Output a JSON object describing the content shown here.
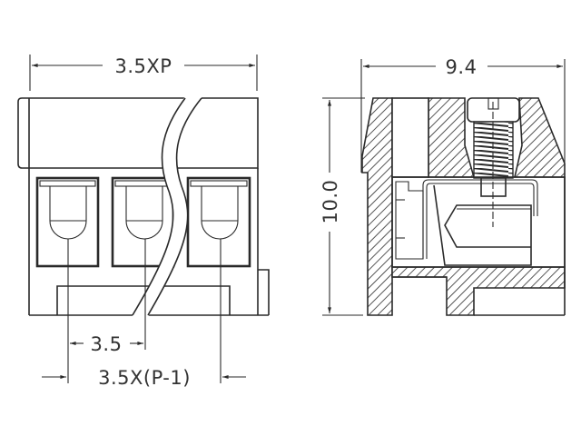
{
  "drawing": {
    "title": "Terminal block mechanical drawing",
    "line_color": "#2a2a2a",
    "background": "#ffffff",
    "front_view": {
      "overall_width_label": "3.5XP",
      "pitch_label": "3.5",
      "pin_span_label": "3.5X(P-1)",
      "positions_shown": 3
    },
    "side_view": {
      "depth_label": "9.4",
      "height_label": "10.0"
    }
  }
}
